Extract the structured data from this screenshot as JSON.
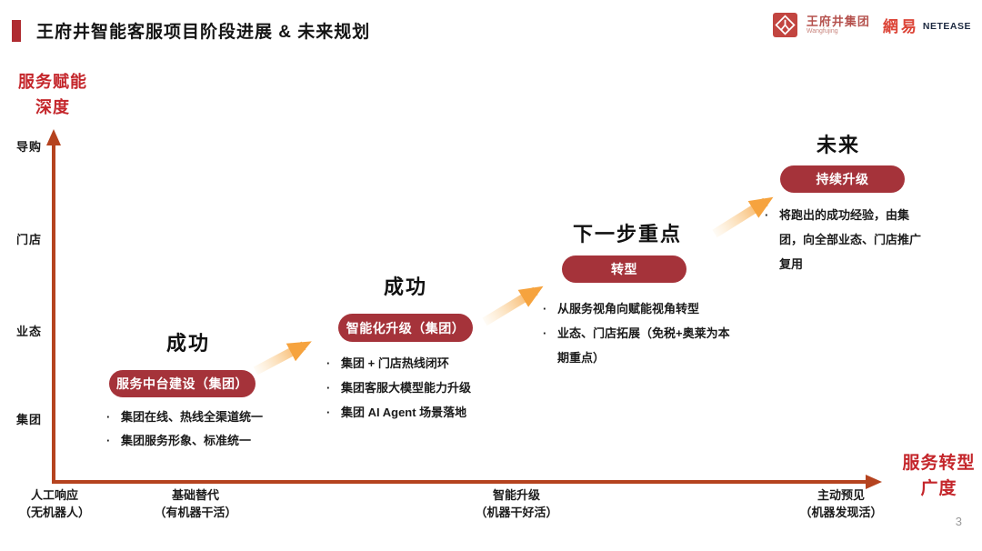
{
  "slide": {
    "title": "王府井智能客服项目阶段进展 & 未来规划",
    "page_number": "3"
  },
  "logos": {
    "wangfujing_name": "王府井集团",
    "wangfujing_sub": "Wangfujing",
    "netease_cn": "網易",
    "netease_en": "NETEASE"
  },
  "axes": {
    "y_label_line1": "服务赋能",
    "y_label_line2": "深度",
    "x_label_line1": "服务转型",
    "x_label_line2": "广度",
    "y_ticks": [
      "导购",
      "门店",
      "业态",
      "集团"
    ],
    "x_ticks": [
      {
        "line1": "人工响应",
        "line2": "（无机器人）"
      },
      {
        "line1": "基础替代",
        "line2": "（有机器干活）"
      },
      {
        "line1": "智能升级",
        "line2": "（机器干好活）"
      },
      {
        "line1": "主动预见",
        "line2": "（机器发现活）"
      }
    ]
  },
  "stages": [
    {
      "heading": "成功",
      "pill": "服务中台建设（集团）",
      "bullets": [
        "集团在线、热线全渠道统一",
        "集团服务形象、标准统一"
      ]
    },
    {
      "heading": "成功",
      "pill": "智能化升级（集团）",
      "bullets": [
        "集团 + 门店热线闭环",
        "集团客服大模型能力升级",
        "集团 AI Agent 场景落地"
      ]
    },
    {
      "heading": "下一步重点",
      "pill": "转型",
      "bullets": [
        "从服务视角向赋能视角转型",
        "业态、门店拓展（免税+奥莱为本期重点）"
      ]
    },
    {
      "heading": "未来",
      "pill": "持续升级",
      "bullets": [
        "将跑出的成功经验，由集团，向全部业态、门店推广复用"
      ]
    }
  ],
  "colors": {
    "accent_red": "#C4262B",
    "title_bar_red": "#AF2B31",
    "pill_red": "#A5333A",
    "axis_red": "#B5431F",
    "arrow_orange": "#F6A13C"
  }
}
